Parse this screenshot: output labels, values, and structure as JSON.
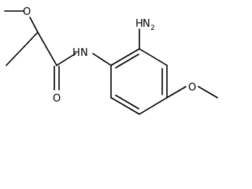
{
  "colors": {
    "bond": "#000000",
    "text": "#000000",
    "background": "#ffffff"
  },
  "atoms": {
    "o_methoxy_left": "O",
    "amide_nh_n": "N",
    "amide_nh_h": "H",
    "amide_o": "O",
    "amino_h": "H",
    "amino_n": "N",
    "amino_sub": "2",
    "o_methoxy_right": "O"
  }
}
